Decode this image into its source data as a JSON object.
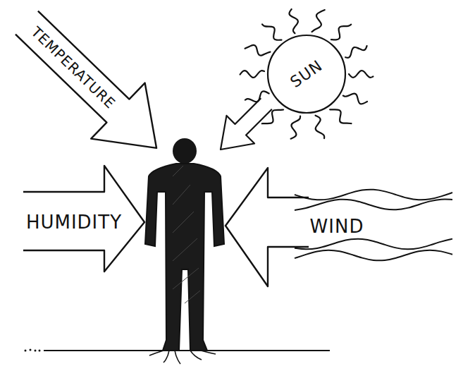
{
  "diagram": {
    "nodes": [
      {
        "text": [
          "TEMPERATURE"
        ]
      },
      {
        "text": [
          "SUN"
        ]
      },
      {
        "text": [
          "HUMIDITY"
        ]
      },
      {
        "text": [
          "WIND"
        ]
      }
    ]
  }
}
